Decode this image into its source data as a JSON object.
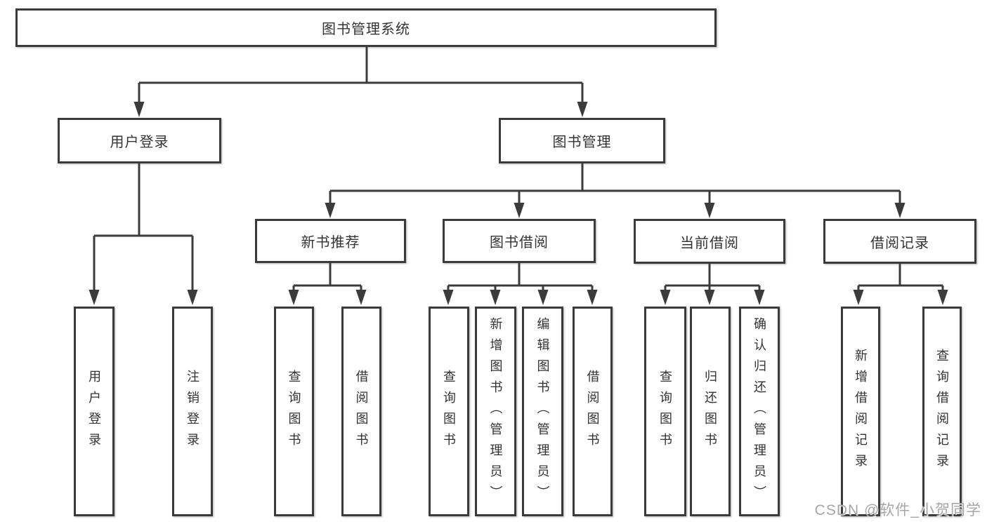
{
  "title": "图书管理系统",
  "watermark": "CSDN @软件_小贺同学",
  "colors": {
    "line": "#3b3b3b",
    "text": "#333333",
    "box_background": "#ffffff",
    "watermark": "#a6a6a6",
    "background": "#ffffff"
  },
  "level2": {
    "user_login": "用户登录",
    "book_management": "图书管理"
  },
  "level3": {
    "new_books": "新书推荐",
    "book_borrow": "图书借阅",
    "current_borrow": "当前借阅",
    "borrow_records": "借阅记录"
  },
  "leaves": {
    "user_login": [
      "用户登录",
      "注销登录"
    ],
    "new_books": [
      "查询图书",
      "借阅图书"
    ],
    "book_borrow": [
      "查询图书",
      "新增图书（管理员）",
      "编辑图书（管理员）",
      "借阅图书"
    ],
    "current_borrow": [
      "查询图书",
      "归还图书",
      "确认归还（管理员）"
    ],
    "borrow_records": [
      "新增借阅记录",
      "查询借阅记录"
    ]
  }
}
